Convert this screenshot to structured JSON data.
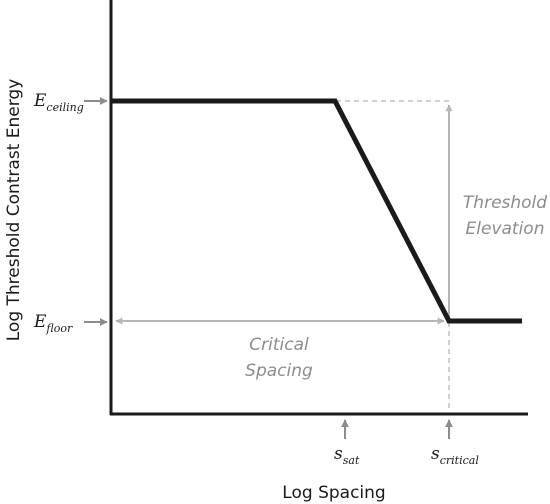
{
  "colors": {
    "axis": "#1a1a1a",
    "curve": "#1a1a1a",
    "annotation": "#b5b5b5",
    "annotation_text": "#8c8c8c",
    "guide": "#bfbfbf"
  },
  "axes": {
    "x_title": "Log Spacing",
    "y_title": "Log Threshold Contrast Energy"
  },
  "levels": {
    "ceiling": {
      "base": "E",
      "sub": "ceiling"
    },
    "floor": {
      "base": "E",
      "sub": "floor"
    }
  },
  "spacings": {
    "saturation": {
      "base": "s",
      "sub": "sat"
    },
    "critical": {
      "base": "s",
      "sub": "critical"
    }
  },
  "regions": {
    "threshold_elevation": [
      "Threshold",
      "Elevation"
    ],
    "critical_spacing": [
      "Critical",
      "Spacing"
    ]
  }
}
